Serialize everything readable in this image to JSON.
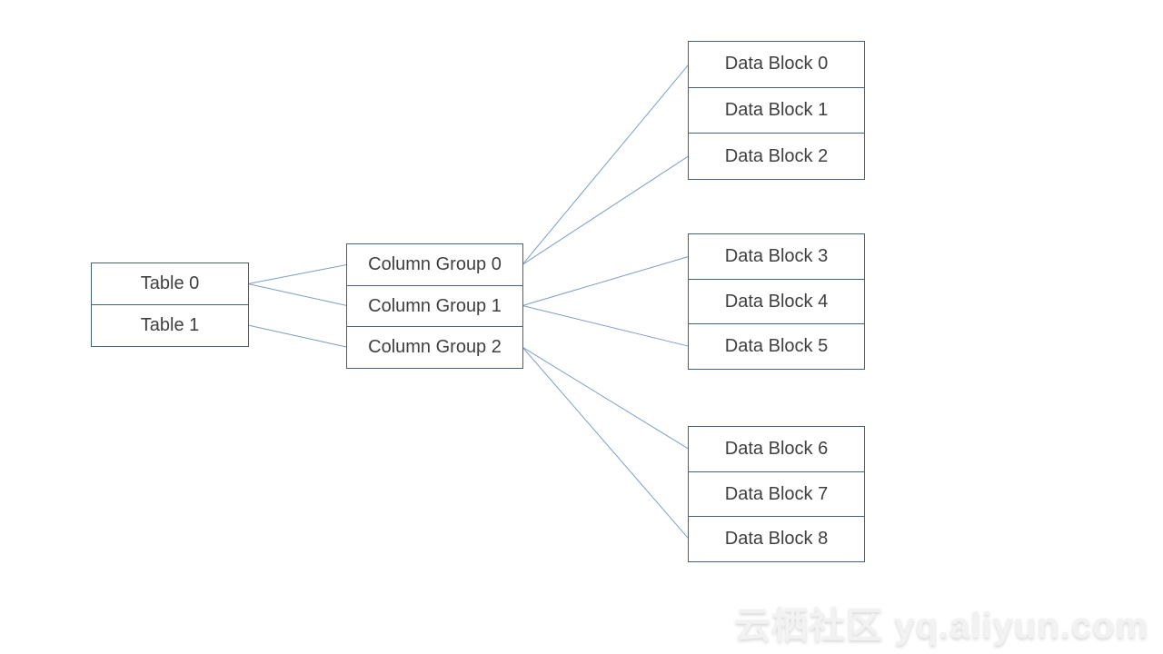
{
  "colors": {
    "background": "#ffffff",
    "box_border": "#44617e",
    "connector": "#7d9ec7",
    "text": "#3f3f3f",
    "watermark": "#f2f2f2"
  },
  "stacks": [
    {
      "name": "tables",
      "rows": [
        {
          "id": "table-0",
          "label": "Table 0"
        },
        {
          "id": "table-1",
          "label": "Table 1"
        }
      ]
    },
    {
      "name": "column-groups",
      "rows": [
        {
          "id": "column-group-0",
          "label": "Column Group 0"
        },
        {
          "id": "column-group-1",
          "label": "Column Group 1"
        },
        {
          "id": "column-group-2",
          "label": "Column Group 2"
        }
      ]
    },
    {
      "name": "data-blocks-group-1",
      "rows": [
        {
          "id": "data-block-0",
          "label": "Data Block 0"
        },
        {
          "id": "data-block-1",
          "label": "Data Block 1"
        },
        {
          "id": "data-block-2",
          "label": "Data Block 2"
        }
      ]
    },
    {
      "name": "data-blocks-group-2",
      "rows": [
        {
          "id": "data-block-3",
          "label": "Data Block 3"
        },
        {
          "id": "data-block-4",
          "label": "Data Block 4"
        },
        {
          "id": "data-block-5",
          "label": "Data Block 5"
        }
      ]
    },
    {
      "name": "data-blocks-group-3",
      "rows": [
        {
          "id": "data-block-6",
          "label": "Data Block 6"
        },
        {
          "id": "data-block-7",
          "label": "Data Block 7"
        },
        {
          "id": "data-block-8",
          "label": "Data Block 8"
        }
      ]
    }
  ],
  "edges": [
    {
      "from": "table-0",
      "to": "column-group-0"
    },
    {
      "from": "table-0",
      "to": "column-group-1"
    },
    {
      "from": "table-1",
      "to": "column-group-2"
    },
    {
      "from": "column-group-0",
      "to": "data-block-0"
    },
    {
      "from": "column-group-0",
      "to": "data-block-2"
    },
    {
      "from": "column-group-1",
      "to": "data-block-3"
    },
    {
      "from": "column-group-1",
      "to": "data-block-5"
    },
    {
      "from": "column-group-2",
      "to": "data-block-6"
    },
    {
      "from": "column-group-2",
      "to": "data-block-8"
    }
  ],
  "watermark": {
    "text": "云栖社区 yq.aliyun.com"
  }
}
